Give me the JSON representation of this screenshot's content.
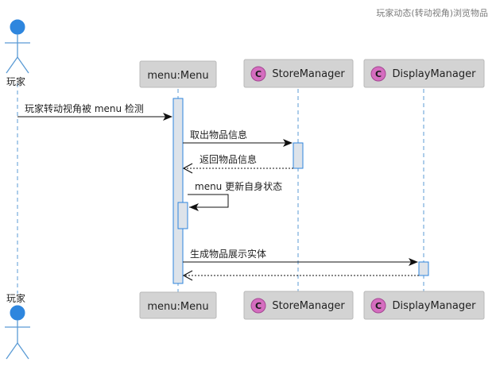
{
  "diagram": {
    "title": "玩家动态(转动视角)浏览物品",
    "actor": {
      "name": "玩家"
    },
    "participants": {
      "menu": {
        "label": "menu:Menu"
      },
      "store": {
        "label": "StoreManager",
        "class_marker": "C"
      },
      "display": {
        "label": "DisplayManager",
        "class_marker": "C"
      }
    },
    "messages": [
      {
        "from": "玩家",
        "to": "menu:Menu",
        "text": "玩家转动视角被 menu 检测",
        "style": "solid"
      },
      {
        "from": "menu:Menu",
        "to": "StoreManager",
        "text": "取出物品信息",
        "style": "solid"
      },
      {
        "from": "StoreManager",
        "to": "menu:Menu",
        "text": "返回物品信息",
        "style": "dashed"
      },
      {
        "from": "menu:Menu",
        "to": "menu:Menu",
        "text": "menu 更新自身状态",
        "style": "solid"
      },
      {
        "from": "menu:Menu",
        "to": "DisplayManager",
        "text": "生成物品展示实体",
        "style": "solid"
      },
      {
        "from": "DisplayManager",
        "to": "menu:Menu",
        "text": "",
        "style": "dashed"
      }
    ],
    "colors": {
      "actor": "#2e86de",
      "lifeline": "#5b9bd5",
      "participant_fill": "#d3d3d3",
      "participant_border": "#b8b8b8",
      "activation_fill": "#dde3ea",
      "activation_border": "#2e86de",
      "class_circle": "#d56dbf"
    }
  }
}
